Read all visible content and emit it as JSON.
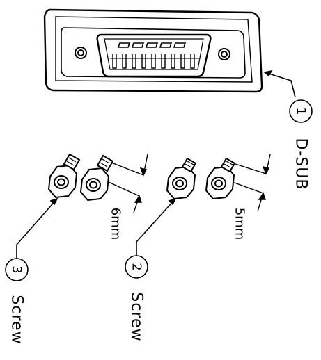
{
  "callouts": {
    "dsub": {
      "number": "1",
      "name": "D-SUB"
    },
    "screw_5mm": {
      "number": "2",
      "name": "Screw"
    },
    "screw_6mm": {
      "number": "3",
      "name": "Screw"
    }
  },
  "dimensions": {
    "screw_5mm": "5mm",
    "screw_6mm": "6mm"
  },
  "colors": {
    "line": "#000000",
    "background": "#ffffff"
  }
}
